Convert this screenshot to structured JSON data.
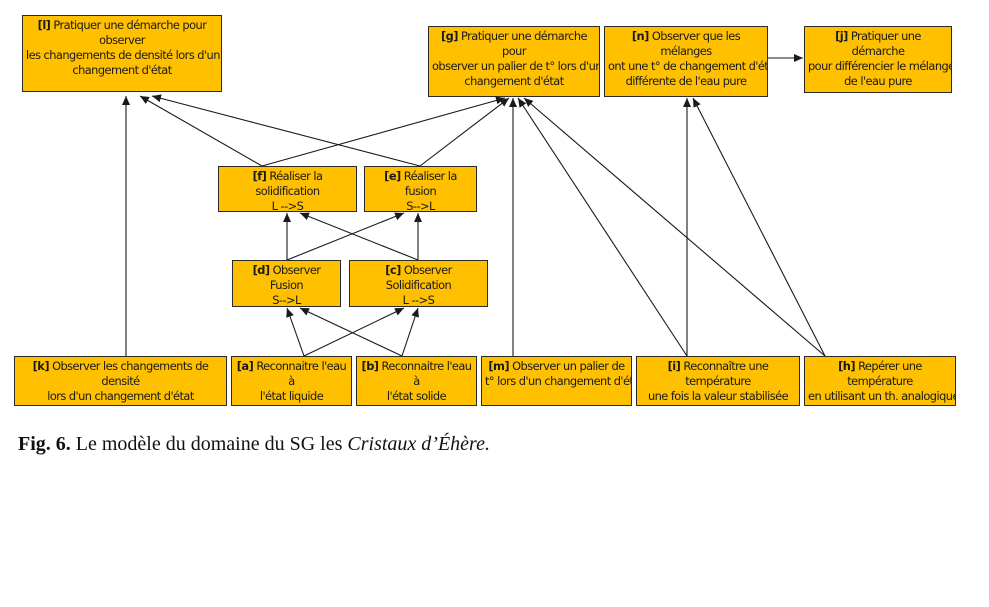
{
  "nodes": {
    "l": {
      "tag": "[l]",
      "lines": [
        "Pratiquer une démarche pour observer",
        "les changements de densité lors d'un",
        "changement d'état"
      ]
    },
    "g": {
      "tag": "[g]",
      "lines": [
        "Pratiquer une démarche pour",
        "observer un palier de t° lors d'un",
        "changement d'état"
      ]
    },
    "n": {
      "tag": "[n]",
      "lines": [
        "Observer que les mélanges",
        "ont une t° de changement d'état",
        "différente de l'eau pure"
      ]
    },
    "j": {
      "tag": "[j]",
      "lines": [
        "Pratiquer une démarche",
        "pour différencier le mélange",
        "de l'eau pure"
      ]
    },
    "f": {
      "tag": "[f]",
      "lines": [
        "Réaliser la solidification",
        "L -->S"
      ]
    },
    "e": {
      "tag": "[e]",
      "lines": [
        "Réaliser la fusion",
        "S-->L"
      ]
    },
    "d": {
      "tag": "[d]",
      "lines": [
        "Observer Fusion",
        "S-->L"
      ]
    },
    "c": {
      "tag": "[c]",
      "lines": [
        "Observer Solidification",
        "L -->S"
      ]
    },
    "k": {
      "tag": "[k]",
      "lines": [
        "Observer les changements de densité",
        "lors d'un changement d'état"
      ]
    },
    "a": {
      "tag": "[a]",
      "lines": [
        "Reconnaitre l'eau à",
        "l'état liquide"
      ]
    },
    "b": {
      "tag": "[b]",
      "lines": [
        "Reconnaitre l'eau à",
        "l'état solide"
      ]
    },
    "m": {
      "tag": "[m]",
      "lines": [
        "Observer un palier de",
        "t° lors d'un changement d'état"
      ]
    },
    "i": {
      "tag": "[i]",
      "lines": [
        "Reconnaître une température",
        "une fois la valeur stabilisée"
      ]
    },
    "h": {
      "tag": "[h]",
      "lines": [
        "Repérer une température",
        "en utilisant un th. analogique"
      ]
    }
  },
  "edges": [
    [
      "k",
      "l"
    ],
    [
      "f",
      "l"
    ],
    [
      "e",
      "l"
    ],
    [
      "f",
      "g"
    ],
    [
      "e",
      "g"
    ],
    [
      "m",
      "g"
    ],
    [
      "i",
      "g"
    ],
    [
      "h",
      "g"
    ],
    [
      "d",
      "f"
    ],
    [
      "c",
      "f"
    ],
    [
      "d",
      "e"
    ],
    [
      "c",
      "e"
    ],
    [
      "a",
      "d"
    ],
    [
      "b",
      "d"
    ],
    [
      "a",
      "c"
    ],
    [
      "b",
      "c"
    ],
    [
      "i",
      "n"
    ],
    [
      "h",
      "n"
    ],
    [
      "n",
      "j"
    ]
  ],
  "caption": {
    "fig_label": "Fig. 6.",
    "text": " Le modèle du domaine du SG les ",
    "title_italic": "Cristaux d’Éhère."
  },
  "colors": {
    "node_fill": "#FFC000",
    "node_border": "#2b2b2b",
    "edge": "#1a1a1a"
  }
}
